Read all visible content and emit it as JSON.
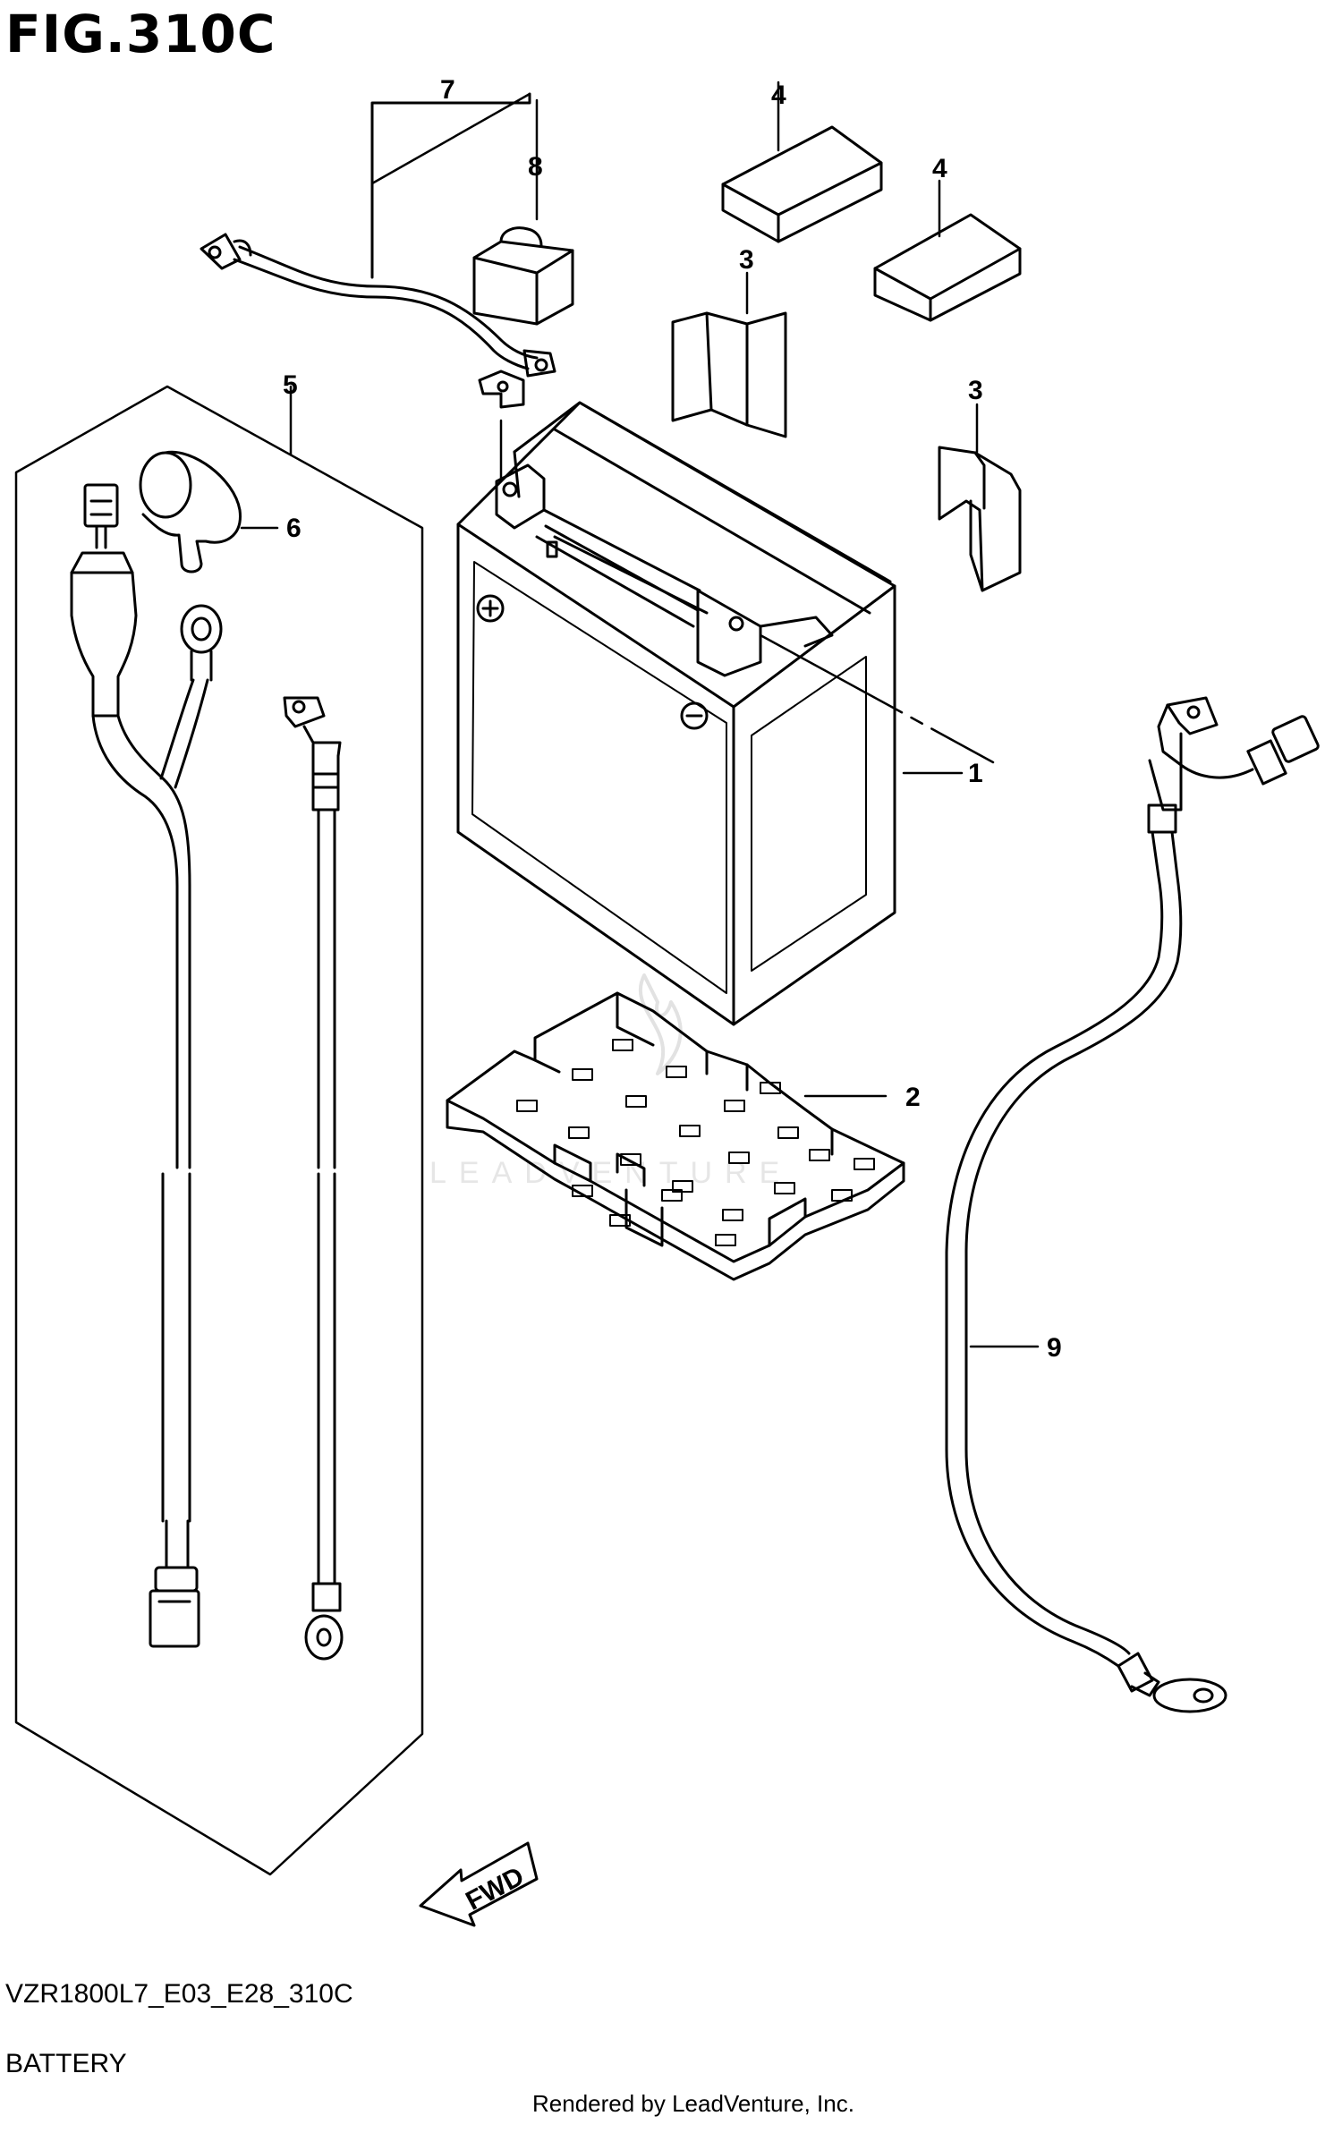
{
  "figure": {
    "title": "FIG.310C",
    "code": "VZR1800L7_E03_E28_310C",
    "caption": "BATTERY",
    "rendered_by": "Rendered by LeadVenture, Inc.",
    "fwd_label": "FWD",
    "watermark": "LEADVENTURE"
  },
  "callouts": [
    {
      "num": "1"
    },
    {
      "num": "2"
    },
    {
      "num": "3"
    },
    {
      "num": "3"
    },
    {
      "num": "4"
    },
    {
      "num": "4"
    },
    {
      "num": "5"
    },
    {
      "num": "6"
    },
    {
      "num": "7"
    },
    {
      "num": "8"
    },
    {
      "num": "9"
    }
  ]
}
